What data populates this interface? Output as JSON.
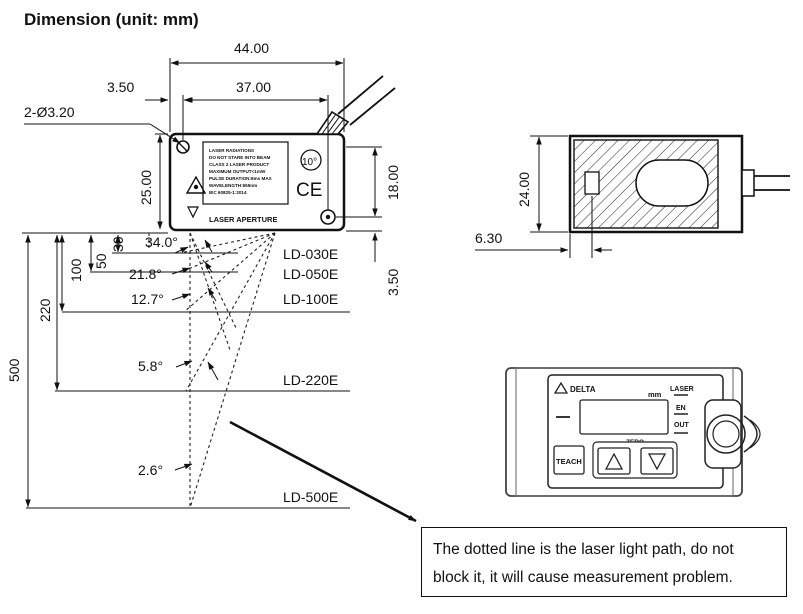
{
  "title": "Dimension (unit: mm)",
  "dims": {
    "width_total": "44.00",
    "width_holes": "37.00",
    "hole_offset": "3.50",
    "holes": "2-Ø3.20",
    "height_body": "25.00",
    "height_right": "18.00",
    "aperture_offset": "3.50",
    "depth": "24.00",
    "side_offset": "6.30",
    "dist_30": "30",
    "dist_50": "50",
    "dist_100": "100",
    "dist_220": "220",
    "dist_500": "500"
  },
  "angles": {
    "a1": "34.0°",
    "a2": "21.8°",
    "a3": "12.7°",
    "a4": "5.8°",
    "a5": "2.6°"
  },
  "models": {
    "m1": "LD-030E",
    "m2": "LD-050E",
    "m3": "LD-100E",
    "m4": "LD-220E",
    "m5": "LD-500E"
  },
  "label_text": {
    "l1": "LASER RADIATIONS",
    "l2": "DO NOT STARE INTO BEAM",
    "l3": "CLASS 2 LASER PRODUCT",
    "l4": "MAXIMUM OUTPUT<1mW",
    "l5": "PULSE DURATION:8ms MAX",
    "l6": "WAVELENGTH:655nm",
    "l7": "IEC 60825-1:2014",
    "aperture": "LASER APERTURE",
    "cone": "10°",
    "ce": "CE"
  },
  "panel": {
    "brand": "DELTA",
    "unit": "mm",
    "laser": "LASER",
    "en": "EN",
    "out": "OUT",
    "zero": "ZERO",
    "teach": "TEACH"
  },
  "note": {
    "line1": "The dotted line is the laser light path, do not",
    "line2": "block it, it will cause measurement problem."
  }
}
